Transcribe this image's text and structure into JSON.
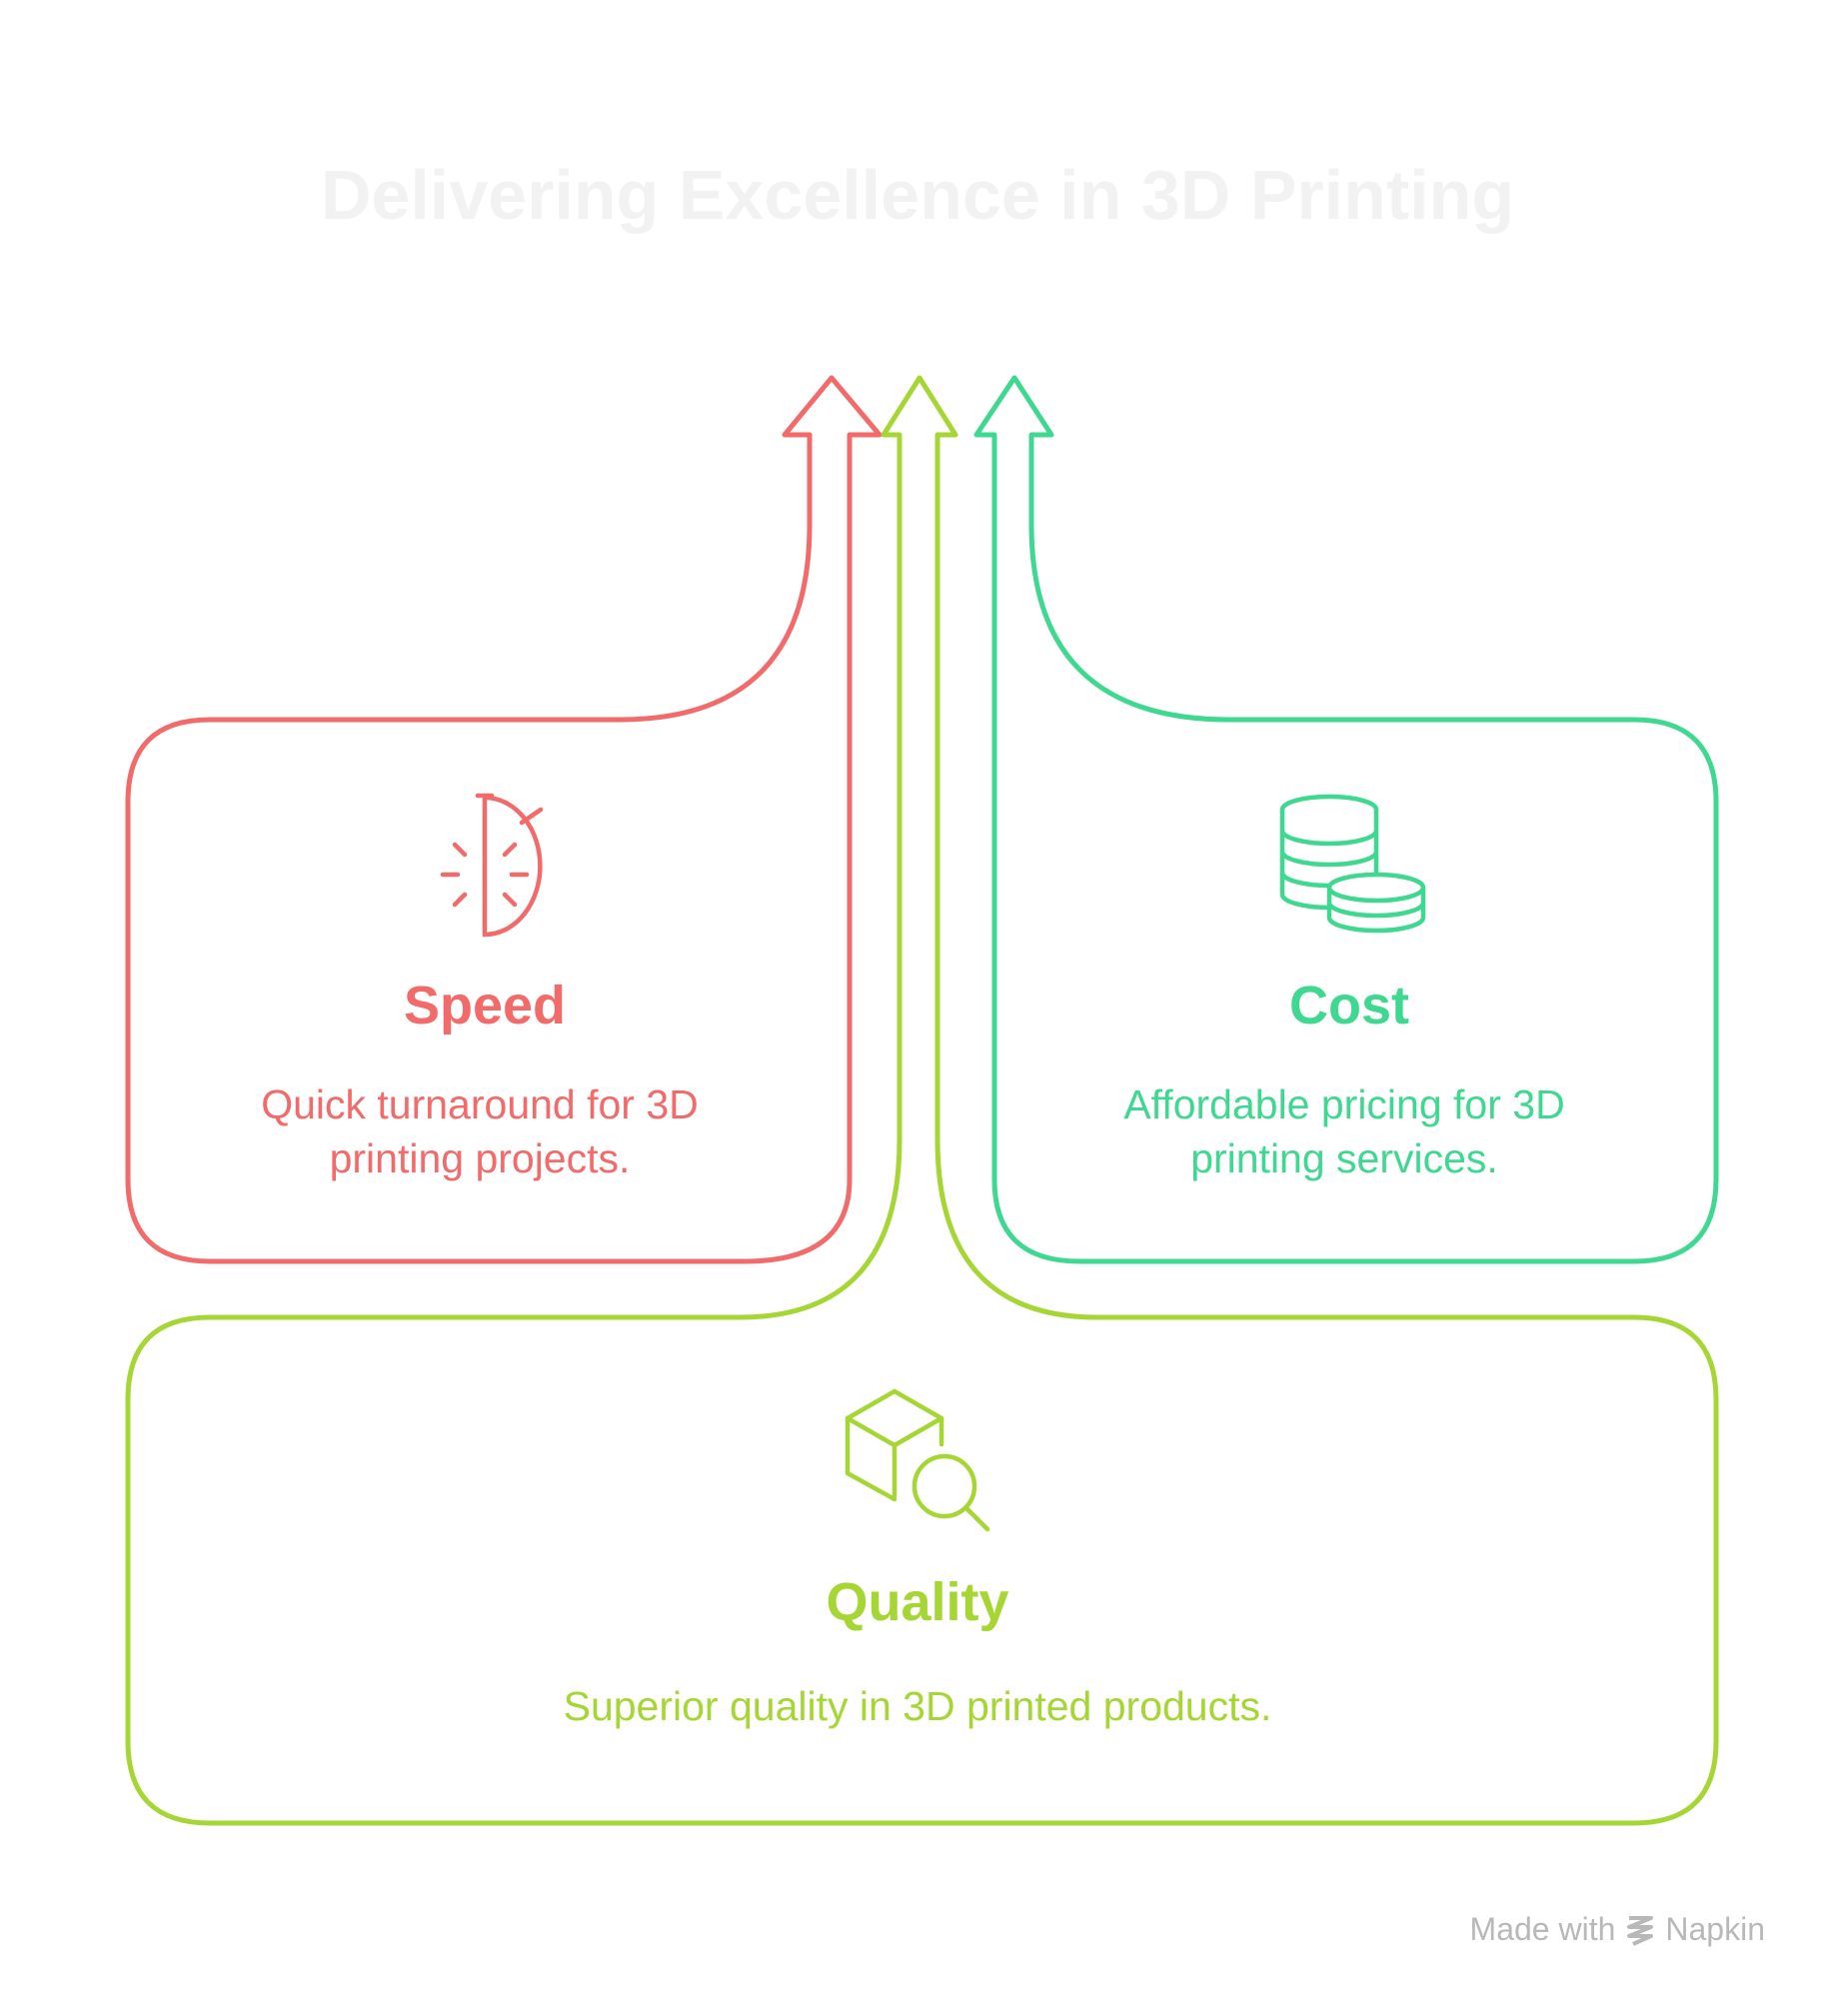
{
  "title": "Delivering Excellence in 3D Printing",
  "colors": {
    "speed": "#f26a6a",
    "cost": "#3fd890",
    "quality": "#a5d633",
    "title": "#f2f2f2",
    "footer": "#b8b8b8"
  },
  "cards": {
    "speed": {
      "title": "Speed",
      "desc_line1": "Quick turnaround for 3D",
      "desc_line2": "printing projects.",
      "icon": "stopwatch-icon"
    },
    "cost": {
      "title": "Cost",
      "desc_line1": "Affordable pricing for 3D",
      "desc_line2": "printing services.",
      "icon": "coins-icon"
    },
    "quality": {
      "title": "Quality",
      "desc_line1": "Superior quality in 3D printed products.",
      "icon": "box-magnifier-icon"
    }
  },
  "footer": {
    "made_with": "Made with",
    "brand": "Napkin",
    "icon": "napkin-logo-icon"
  }
}
